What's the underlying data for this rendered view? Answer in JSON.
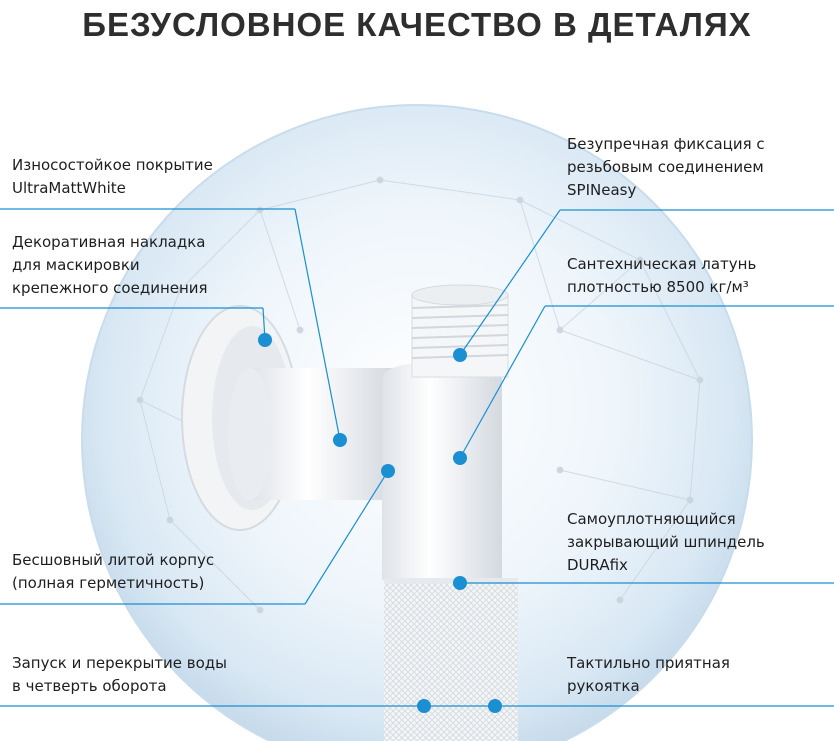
{
  "title": "БЕЗУСЛОВНОЕ КАЧЕСТВО В ДЕТАЛЯХ",
  "accent_color": "#1a8fd1",
  "left_features": [
    "Износостойкое покрытие\nUltraMattWhite",
    "Декоративная накладка\nдля маскировки\nкрепежного соединения",
    "Бесшовный литой корпус\n(полная герметичность)",
    "Запуск и перекрытие воды\nв четверть оборота"
  ],
  "right_features": [
    "Безупречная фиксация с\nрезьбовым соединением\nSPINeasy",
    "Сантехническая латунь\nплотностью 8500 кг/м³",
    "Самоуплотняющийся\nзакрывающий шпиндель\nDURAfix",
    "Тактильно приятная\nрукоятка"
  ]
}
